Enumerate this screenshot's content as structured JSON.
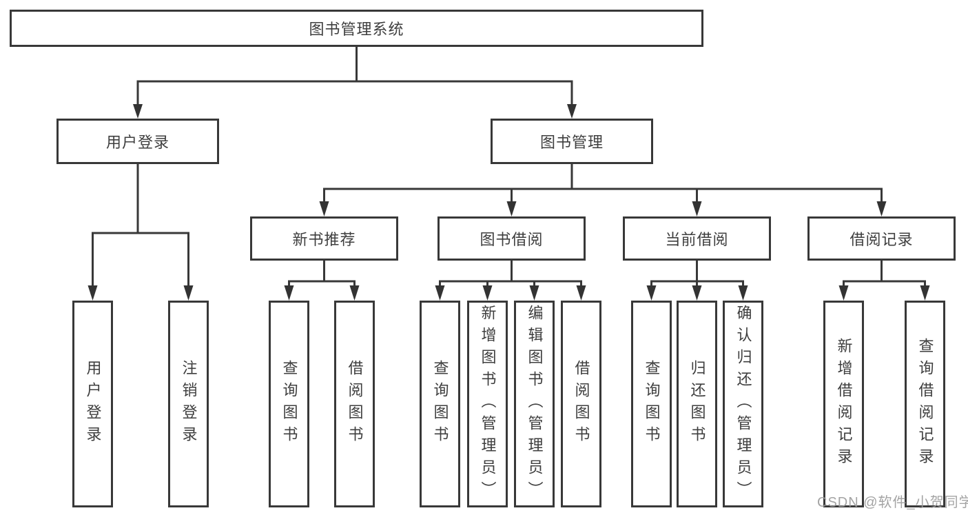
{
  "tree": {
    "label": "图书管理系统",
    "children": [
      {
        "label": "用户登录",
        "children": [
          {
            "label": "用户登录"
          },
          {
            "label": "注销登录"
          }
        ]
      },
      {
        "label": "图书管理",
        "children": [
          {
            "label": "新书推荐",
            "children": [
              {
                "label": "查询图书"
              },
              {
                "label": "借阅图书"
              }
            ]
          },
          {
            "label": "图书借阅",
            "children": [
              {
                "label": "查询图书"
              },
              {
                "label": "新增图书（管理员）"
              },
              {
                "label": "编辑图书（管理员）"
              },
              {
                "label": "借阅图书"
              }
            ]
          },
          {
            "label": "当前借阅",
            "children": [
              {
                "label": "查询图书"
              },
              {
                "label": "归还图书"
              },
              {
                "label": "确认归还（管理员）"
              }
            ]
          },
          {
            "label": "借阅记录",
            "children": [
              {
                "label": "新增借阅记录"
              },
              {
                "label": "查询借阅记录"
              }
            ]
          }
        ]
      }
    ]
  },
  "watermark": {
    "text": "CSDN @软件_小贺同学"
  },
  "colors": {
    "line": "#383838",
    "text": "#3e3e3e",
    "watermark": "#9c9c9c",
    "background": "#ffffff"
  }
}
